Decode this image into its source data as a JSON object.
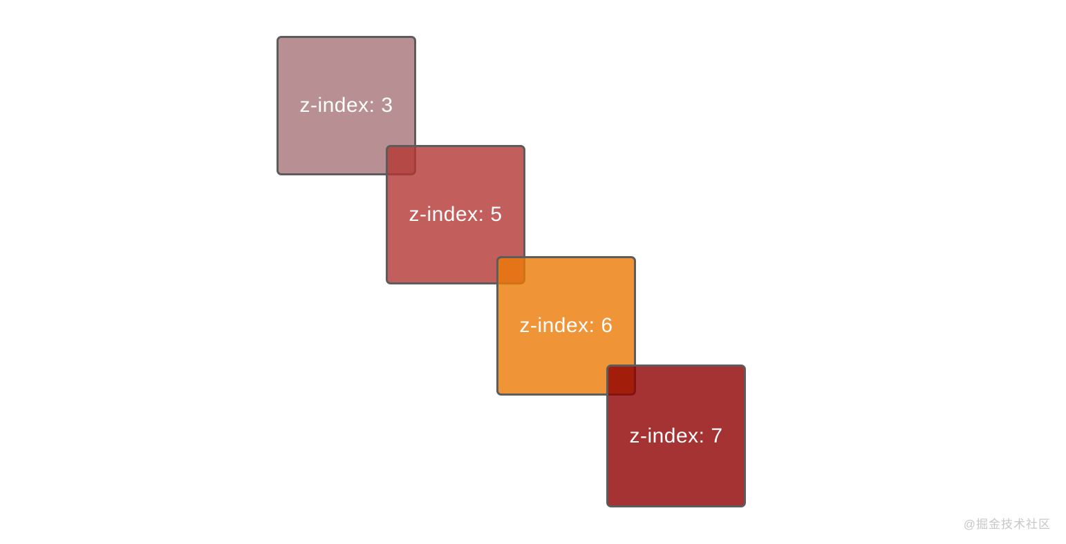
{
  "canvas": {
    "background": "#ffffff"
  },
  "demo": {
    "description_colors": {
      "border_color": "#5c5c5c",
      "label_text_color": "#ffffff"
    },
    "boxes": [
      {
        "label": "z-index: 3",
        "z": 3,
        "fill": "rgba(166,116,120,0.8)",
        "observed_color": "#b89093"
      },
      {
        "label": "z-index: 5",
        "z": 5,
        "fill": "rgba(179,55,51,0.8)",
        "observed_color": "#c25f5c"
      },
      {
        "label": "z-index: 6",
        "z": 6,
        "fill": "rgba(236,121,6,0.8)",
        "observed_color": "#f09438"
      },
      {
        "label": "z-index: 7",
        "z": 7,
        "fill": "rgba(143,0,0,0.8)",
        "observed_color": "#a5302a"
      }
    ]
  },
  "watermark": {
    "text": "@掘金技术社区",
    "color": "#c7c7c7"
  }
}
